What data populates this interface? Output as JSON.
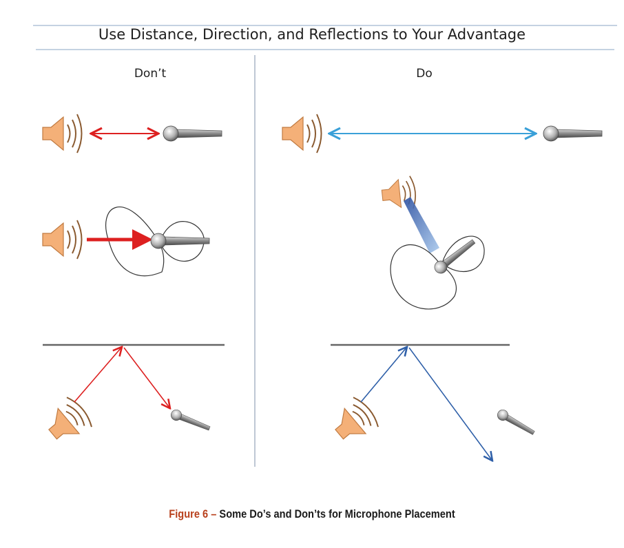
{
  "title": "Use Distance, Direction, and Reflections to Your Advantage",
  "columns": {
    "dont_label": "Don’t",
    "do_label": "Do"
  },
  "caption": {
    "figure_label": "Figure 6 –",
    "text": "Some Do’s and Don’ts for Microphone Placement"
  },
  "colors": {
    "dont_arrow": "#dd2020",
    "do_arrow_light": "#3aa0d8",
    "do_arrow_dark": "#2e5fa8",
    "speaker_fill": "#f4b078",
    "speaker_stroke": "#c07a40",
    "rule": "#8aa6c4"
  },
  "icons": [
    "speaker-icon",
    "microphone-icon",
    "polar-pattern-icon"
  ]
}
